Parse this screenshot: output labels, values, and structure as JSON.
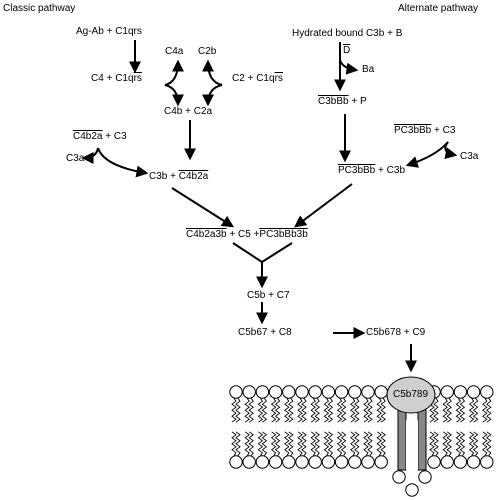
{
  "headers": {
    "classic": "Classic pathway",
    "alternate": "Alternate pathway"
  },
  "classic": {
    "agab": "Ag-Ab",
    "c1qrs_a": "C1qrs",
    "c4": "C4",
    "c1qrs_b": "C1q",
    "c1qrs_b_bar": "rs",
    "c4a": "C4a",
    "c2b": "C2b",
    "c2": "C2",
    "c1qrs_c": "C1q",
    "c1qrs_c_bar": "rs",
    "c4b": "C4b",
    "c2a": "C2a",
    "c4b2a": "C4b2a",
    "c3": "C3",
    "c3a": "C3a",
    "c3b": "C3b",
    "c4b2a_2": "C4b2a"
  },
  "alternate": {
    "hydrated": "Hydrated bound C3b",
    "b": "B",
    "d_bar": "D",
    "ba": "Ba",
    "c3bbb": "C3bBb",
    "p": "P",
    "pc3bbb": "PC3bBb",
    "c3": "C3",
    "c3a": "C3a",
    "pc3bbb_2": "PC3bBb",
    "c3b": "C3b"
  },
  "merge": {
    "c4b2a3b": "C4b2a3b",
    "c5": "C5",
    "pc3bbb3b": "PC3bBb3b"
  },
  "terminal": {
    "c5b": "C5b",
    "c7": "C7",
    "c5b67": "C5b67",
    "c8": "C8",
    "c5b678": "C5b678",
    "c9": "C9",
    "mac": "C5b789"
  },
  "symbols": {
    "plus": "+"
  }
}
